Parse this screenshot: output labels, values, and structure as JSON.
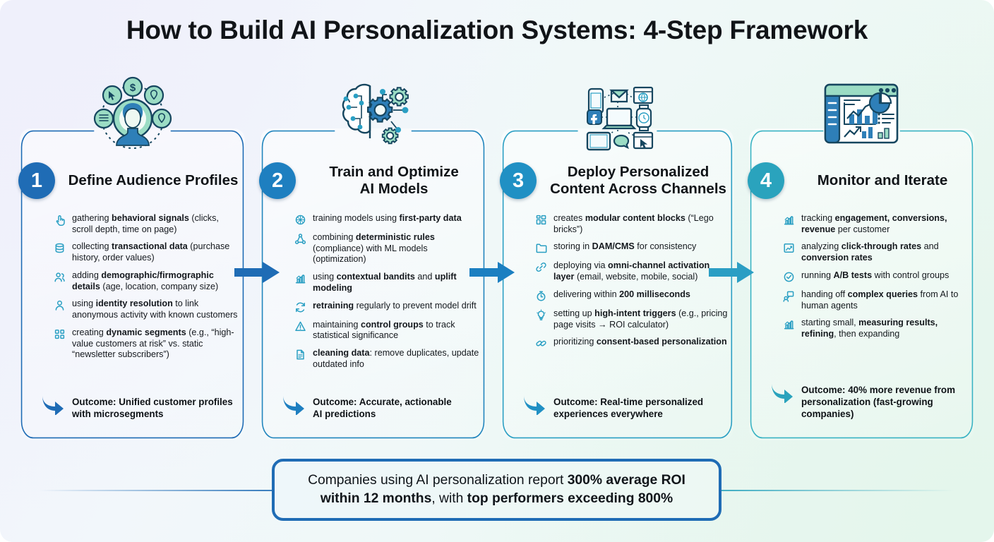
{
  "title": "How to Build AI Personalization Systems: 4-Step Framework",
  "colors": {
    "badge1": "#1f6cb5",
    "badge2": "#1e7fc0",
    "badge3": "#2090c4",
    "badge4": "#2aa3bd",
    "arrow1": "#1f6cb5",
    "arrow2": "#1b7fc1",
    "arrow3": "#2b9ec4",
    "panel1": "#1f6cb5",
    "panel2": "#2185bd",
    "panel3": "#2a9fc3",
    "panel4": "#39b3c3",
    "banner_border": "#1f6cb5",
    "icon_teal": "#2a9fc3",
    "icon_mint": "#9bdcc4",
    "icon_blue": "#2e7fb8"
  },
  "steps": [
    {
      "number": "1",
      "title": "Define Audience Profiles",
      "icon": "audience-profile-icon",
      "bullets": [
        {
          "icon": "click-finger-icon",
          "html": "gathering <b>behavioral signals</b> (clicks, scroll depth, time on page)"
        },
        {
          "icon": "database-icon",
          "html": "collecting <b>transactional data</b> (purchase history, order values)"
        },
        {
          "icon": "users-group-icon",
          "html": "adding <b>demographic/firmographic details</b> (age, location, company size)"
        },
        {
          "icon": "user-icon",
          "html": "using <b>identity resolution</b> to link anonymous activity with known customers"
        },
        {
          "icon": "segments-grid-icon",
          "html": "creating <b>dynamic segments</b> (e.g., “high-value customers at risk” vs. static “newsletter subscribers”)"
        }
      ],
      "outcome": "Outcome: Unified customer profiles with microsegments"
    },
    {
      "number": "2",
      "title": "Train and Optimize\nAI Models",
      "icon": "ai-brain-gears-icon",
      "bullets": [
        {
          "icon": "neural-network-icon",
          "html": "training models using <b>first-party data</b>"
        },
        {
          "icon": "rules-hierarchy-icon",
          "html": "combining <b>deterministic rules</b> (compliance) with ML models (optimization)"
        },
        {
          "icon": "bar-chart-up-icon",
          "html": "using <b>contextual bandits</b> and <b>uplift modeling</b>"
        },
        {
          "icon": "refresh-cycle-icon",
          "html": "<b>retraining</b> regularly to prevent model drift"
        },
        {
          "icon": "warning-triangle-icon",
          "html": "maintaining <b>control groups</b> to track statistical significance"
        },
        {
          "icon": "document-icon",
          "html": "<b>cleaning data</b>: remove duplicates, update outdated info"
        }
      ],
      "outcome": "Outcome: Accurate, actionable\nAI predictions"
    },
    {
      "number": "3",
      "title": "Deploy Personalized\nContent Across Channels",
      "icon": "multichannel-devices-icon",
      "bullets": [
        {
          "icon": "content-blocks-icon",
          "html": "creates  <b>modular content blocks</b> (“Lego bricks”)"
        },
        {
          "icon": "folder-icon",
          "html": "storing in <b>DAM/CMS</b> for consistency"
        },
        {
          "icon": "link-icon",
          "html": "deploying via <b>omni-channel activation layer</b> (email, website, mobile, social)"
        },
        {
          "icon": "stopwatch-icon",
          "html": "delivering within <b>200 milliseconds</b>"
        },
        {
          "icon": "lightbulb-icon",
          "html": "setting up <b>high-intent triggers</b> (e.g., pricing page visits → ROI calculator)"
        },
        {
          "icon": "chain-link-icon",
          "html": "prioritizing <b>consent-based personalization</b>"
        }
      ],
      "outcome": "Outcome: Real-time personalized experiences everywhere"
    },
    {
      "number": "4",
      "title": "Monitor and Iterate",
      "icon": "analytics-dashboard-icon",
      "bullets": [
        {
          "icon": "bar-chart-up-icon",
          "html": "tracking <b>engagement, conversions, revenue</b> per customer"
        },
        {
          "icon": "line-chart-icon",
          "html": "analyzing <b>click-through rates</b> and <b>conversion rates</b>"
        },
        {
          "icon": "check-circle-icon",
          "html": "running <b>A/B tests</b> with control groups"
        },
        {
          "icon": "handoff-icon",
          "html": "handing off <b>complex queries</b> from AI to human agents"
        },
        {
          "icon": "bar-chart-up-icon",
          "html": "starting small, <b>measuring results, refining</b>, then expanding"
        }
      ],
      "outcome": "Outcome: 40% more revenue from personalization (fast-growing companies)"
    }
  ],
  "banner": {
    "html": "Companies using AI personalization report <b>300% average ROI within 12 months</b>, with <b>top performers exceeding 800%</b>"
  }
}
